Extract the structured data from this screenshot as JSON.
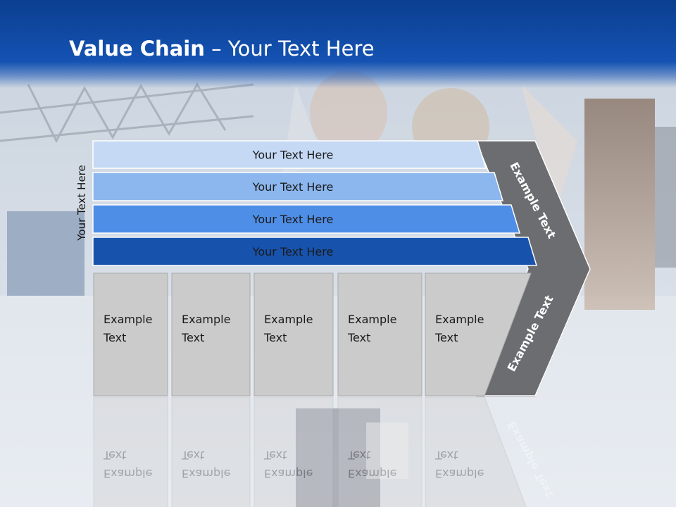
{
  "slide": {
    "title_bold": "Value Chain",
    "title_rest": " – Your Text Here",
    "side_label": "Your Text Here"
  },
  "bands": [
    {
      "label": "Your Text Here",
      "color": "#c5d9f5",
      "text_color": "#1a1a1a"
    },
    {
      "label": "Your Text Here",
      "color": "#8bb6ee",
      "text_color": "#1a1a1a"
    },
    {
      "label": "Your Text Here",
      "color": "#4f8ee6",
      "text_color": "#1a1a1a"
    },
    {
      "label": "Your Text Here",
      "color": "#1753ad",
      "text_color": "#1a1a1a"
    }
  ],
  "activities": [
    {
      "line1": "Example",
      "line2": "Text"
    },
    {
      "line1": "Example",
      "line2": "Text"
    },
    {
      "line1": "Example",
      "line2": "Text"
    },
    {
      "line1": "Example",
      "line2": "Text"
    },
    {
      "line1": "Example",
      "line2": "Text"
    }
  ],
  "chevron": {
    "upper_label": "Example Text",
    "lower_label": "Example Text",
    "color": "#6b6d70"
  },
  "colors": {
    "activity_fill": "#cbcbcb",
    "activity_stroke": "#a8a8a8",
    "title_band": "#1452b3"
  }
}
